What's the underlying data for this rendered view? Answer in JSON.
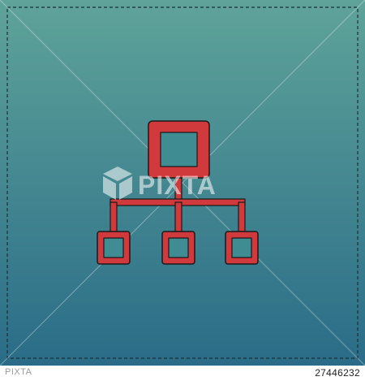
{
  "background": {
    "gradient_top": "#5fa39a",
    "gradient_bottom": "#2a6c87",
    "stitch_color": "#1b2e36"
  },
  "icon": {
    "name": "hierarchy-network-icon",
    "fill": "#d13a3d",
    "outline": "#1a1a1a",
    "inner": "#3f8c93"
  },
  "watermark": {
    "text": "PIXTA",
    "color": "#ffffff",
    "opacity": 0.55
  },
  "footer": {
    "brand": "PIXTA",
    "image_id": "27446232"
  }
}
